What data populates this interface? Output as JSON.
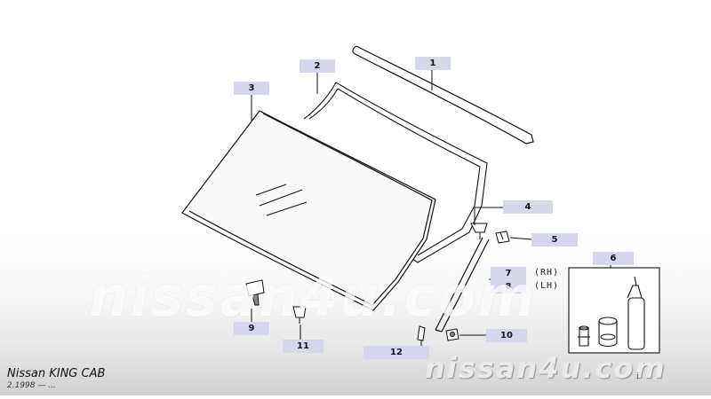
{
  "callouts": {
    "c1": "1",
    "c2": "2",
    "c3": "3",
    "c4": "4",
    "c5": "5",
    "c6": "6",
    "c7": "7",
    "c8": "8",
    "c9": "9",
    "c10": "10",
    "c11": "11",
    "c12": "12"
  },
  "side_labels": {
    "rh": "(RH)",
    "lh": "(LH)"
  },
  "watermark": {
    "center": "nissan4u.com",
    "corner": "nissan4u.com"
  },
  "caption": {
    "title": "Nissan KING CAB",
    "subtitle": "2.1998 — ..."
  },
  "ref_mark": "i"
}
